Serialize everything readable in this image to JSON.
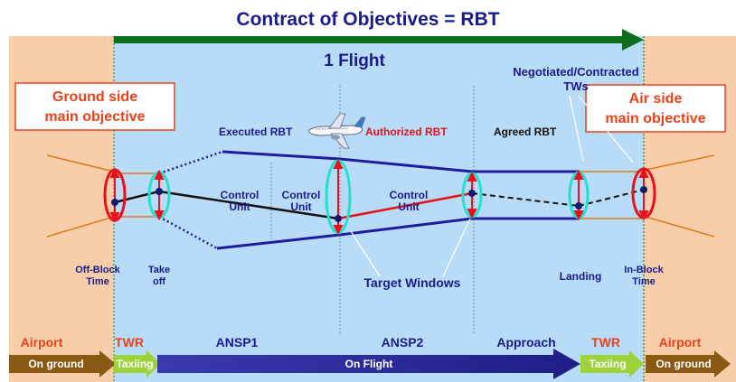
{
  "header": {
    "title": "Contract of Objectives = RBT",
    "flight": "1 Flight"
  },
  "callouts": {
    "ground": [
      "Ground side",
      "main objective"
    ],
    "air": [
      "Air side",
      "main objective"
    ],
    "negotiated": [
      "Negotiated/Contracted",
      "TWs"
    ]
  },
  "trajectory_labels": {
    "executed": "Executed RBT",
    "authorized": "Authorized RBT",
    "agreed": "Agreed RBT"
  },
  "control_units": [
    [
      "Control",
      "Unit"
    ],
    [
      "Control",
      "Unit"
    ],
    [
      "Control",
      "Unit"
    ]
  ],
  "points": {
    "off_block": [
      "Off-Block",
      "Time"
    ],
    "take_off": [
      "Take",
      "off"
    ],
    "target_windows": "Target Windows",
    "landing": "Landing",
    "in_block": [
      "In-Block",
      "Time"
    ]
  },
  "phases": {
    "airport_left": "Airport",
    "twr_left": "TWR",
    "ansp1": "ANSP1",
    "ansp2": "ANSP2",
    "approach": "Approach",
    "twr_right": "TWR",
    "airport_right": "Airport"
  },
  "arrows": {
    "on_ground_left": "On ground",
    "taxiing_left": "Taxiing",
    "on_flight": "On Flight",
    "taxiing_right": "Taxiing",
    "on_ground_right": "On ground"
  },
  "icons": {
    "aircraft": "airplane-icon"
  },
  "colors": {
    "ground_zone": "#f8ceaa",
    "flight_zone": "#b8dcf8",
    "title": "#1a1a8c",
    "contract_arrow": "#0a6e1e",
    "callout_text": "#e8421c",
    "trajectory": "#1c1c9c",
    "authorized": "#e8101a",
    "window": "#24e0d0",
    "taxi_arrow": "#9cd23a",
    "ground_arrow": "#8a5a14",
    "flight_arrow": "#2a2a9c"
  }
}
